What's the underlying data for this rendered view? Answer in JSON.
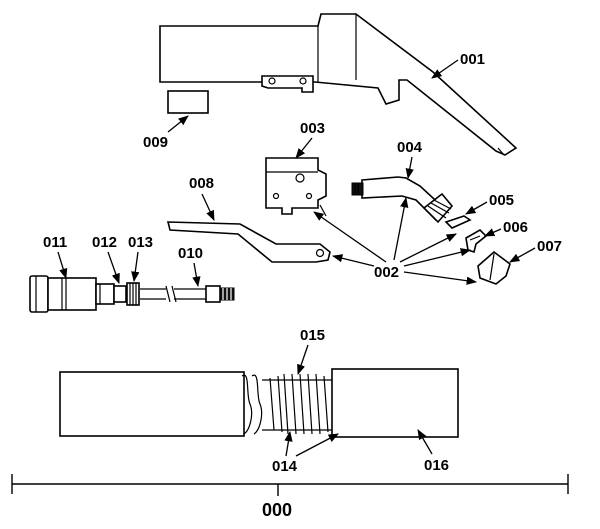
{
  "labels": {
    "p000": "000",
    "p001": "001",
    "p002": "002",
    "p003": "003",
    "p004": "004",
    "p005": "005",
    "p006": "006",
    "p007": "007",
    "p008": "008",
    "p009": "009",
    "p010": "010",
    "p011": "011",
    "p012": "012",
    "p013": "013",
    "p014": "014",
    "p015": "015",
    "p016": "016"
  }
}
